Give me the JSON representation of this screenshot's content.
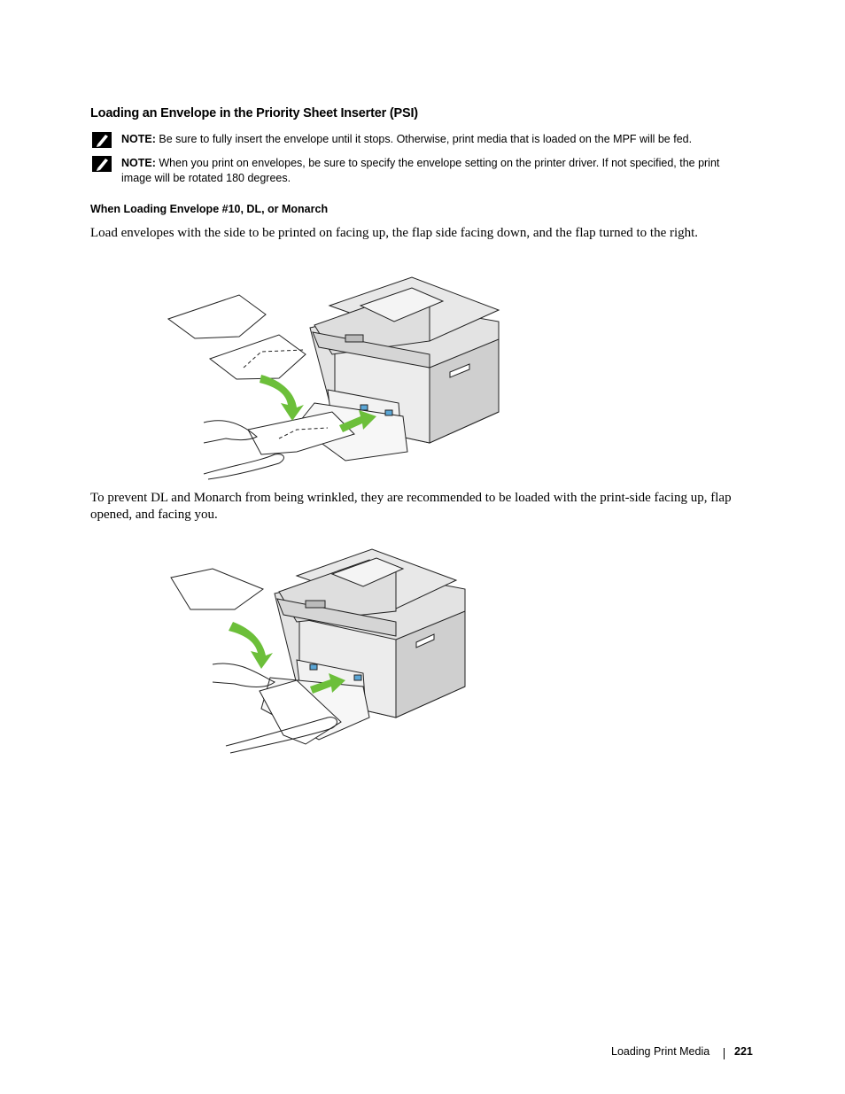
{
  "section_title": "Loading an Envelope in the Priority Sheet Inserter (PSI)",
  "notes": [
    {
      "label": "NOTE:",
      "text": "Be sure to fully insert the envelope until it stops. Otherwise, print media that is loaded on the MPF will be fed."
    },
    {
      "label": "NOTE:",
      "text": "When you print on envelopes, be sure to specify the envelope setting on the printer driver. If not specified, the print image will be rotated 180 degrees."
    }
  ],
  "subsection_title": "When Loading Envelope #10, DL, or Monarch",
  "paragraph1": "Load envelopes with the side to be printed on facing up, the flap side facing down, and the flap turned to the right.",
  "paragraph2": "To prevent DL and Monarch from being wrinkled, they are recommended to be loaded with the print-side facing up, flap opened, and facing you.",
  "footer": {
    "label": "Loading Print Media",
    "page_number": "221"
  },
  "colors": {
    "arrow_green": "#6cbf3a",
    "printer_gray": "#d9d9d9",
    "outline": "#222222",
    "guide_blue": "#5aa6d6"
  }
}
